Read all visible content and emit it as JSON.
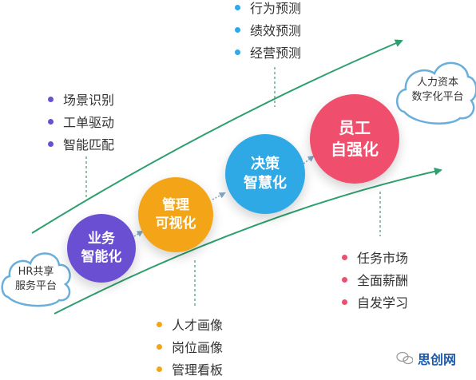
{
  "diagram": {
    "stages": [
      {
        "line1": "业务",
        "line2": "智能化",
        "color": "#6b4fd3"
      },
      {
        "line1": "管理",
        "line2": "可视化",
        "color": "#f3a517"
      },
      {
        "line1": "决策",
        "line2": "智慧化",
        "color": "#2ea9e6"
      },
      {
        "line1": "员工",
        "line2": "自强化",
        "color": "#ef4e6c"
      }
    ],
    "lists": {
      "purple": [
        "场景识别",
        "工单驱动",
        "智能匹配"
      ],
      "blue": [
        "行为预测",
        "绩效预测",
        "经营预测"
      ],
      "orange": [
        "人才画像",
        "岗位画像",
        "管理看板"
      ],
      "pink": [
        "任务市场",
        "全面薪酬",
        "自发学习"
      ]
    },
    "clouds": {
      "left": {
        "line1": "HR共享",
        "line2": "服务平台"
      },
      "right": {
        "line1": "人力资本",
        "line2": "数字化平台"
      }
    },
    "colors": {
      "arrow": "#2e9f6e",
      "connector": "#7fa8c8",
      "cloud_outline": "#6aaedb"
    }
  },
  "watermark": {
    "text": "思创网"
  }
}
